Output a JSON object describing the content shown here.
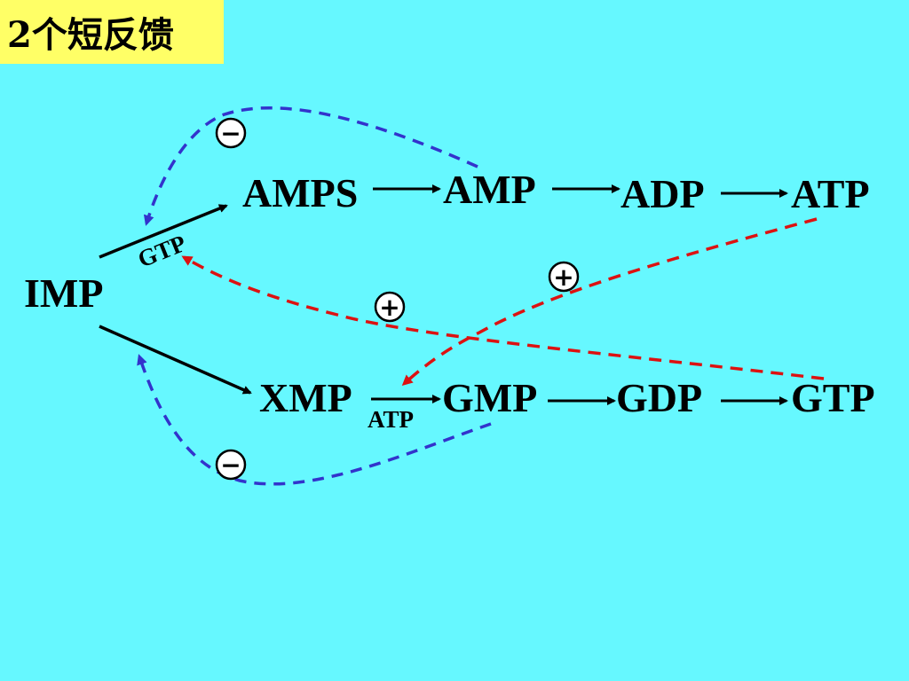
{
  "title": "2个短反馈",
  "nodes": {
    "imp": "IMP",
    "amps": "AMPS",
    "amp": "AMP",
    "adp": "ADP",
    "atp": "ATP",
    "xmp": "XMP",
    "gmp": "GMP",
    "gdp": "GDP",
    "gtp": "GTP"
  },
  "cofactors": {
    "gtp": "GTP",
    "atp": "ATP"
  },
  "signs": {
    "top_minus": "−",
    "bottom_minus": "−",
    "left_plus": "+",
    "right_plus": "+"
  },
  "colors": {
    "background": "#66f8ff",
    "title_background": "#ffff66",
    "negative_feedback": "#3333cc",
    "positive_feedback": "#dd1111",
    "reaction_arrow": "#000000"
  }
}
